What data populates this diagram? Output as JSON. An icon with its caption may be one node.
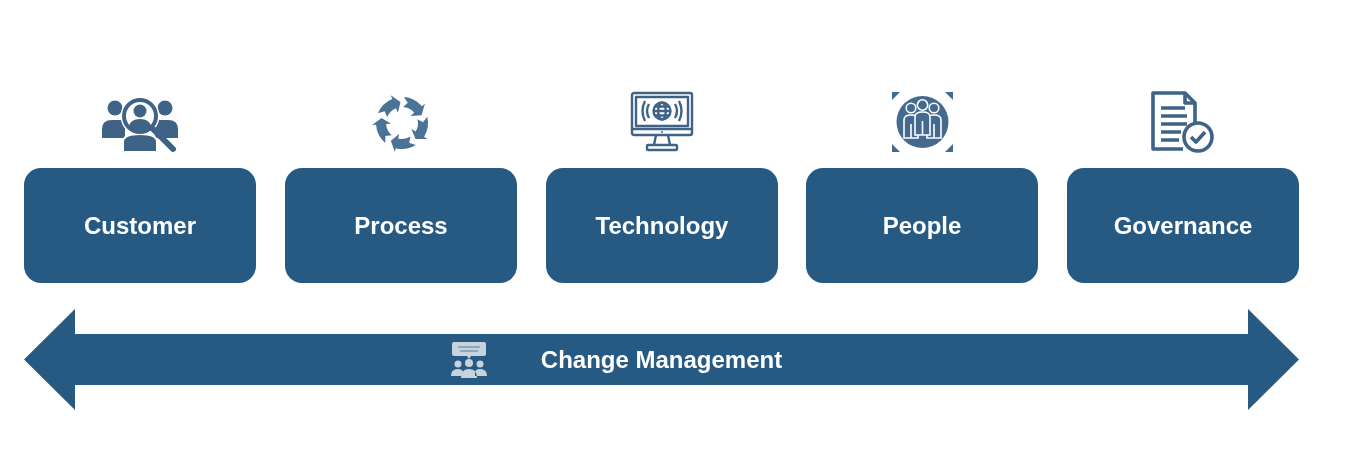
{
  "diagram": {
    "nodes": [
      {
        "text": [
          "Customer"
        ]
      },
      {
        "text": [
          "Process"
        ]
      },
      {
        "text": [
          "Technology"
        ]
      },
      {
        "text": [
          "People"
        ]
      },
      {
        "text": [
          "Governance"
        ]
      },
      {
        "text": [
          "Change Management"
        ]
      }
    ]
  }
}
